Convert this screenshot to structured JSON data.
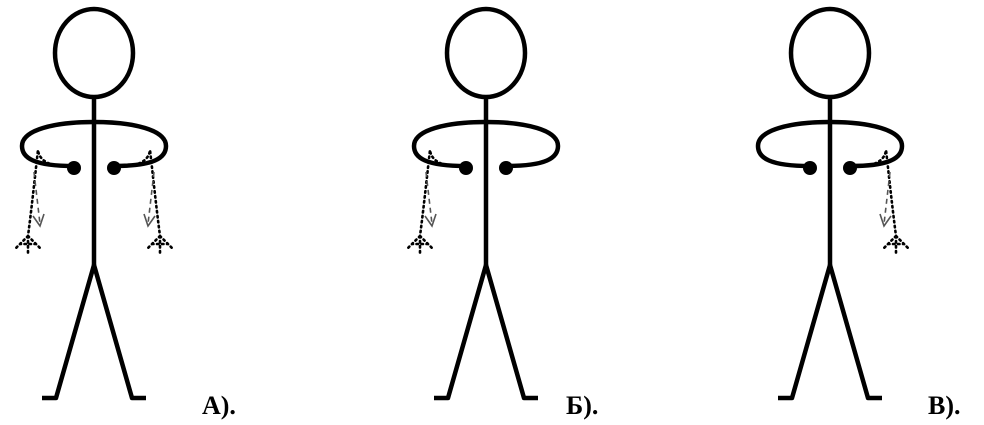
{
  "figures": [
    {
      "id": "A",
      "label": "А).",
      "dropped_arms": [
        "left",
        "right"
      ]
    },
    {
      "id": "B",
      "label": "Б).",
      "dropped_arms": [
        "left"
      ]
    },
    {
      "id": "V",
      "label": "В).",
      "dropped_arms": [
        "right"
      ]
    }
  ],
  "colors": {
    "line": "#000000",
    "arrow": "#555555",
    "background": "#ffffff"
  }
}
